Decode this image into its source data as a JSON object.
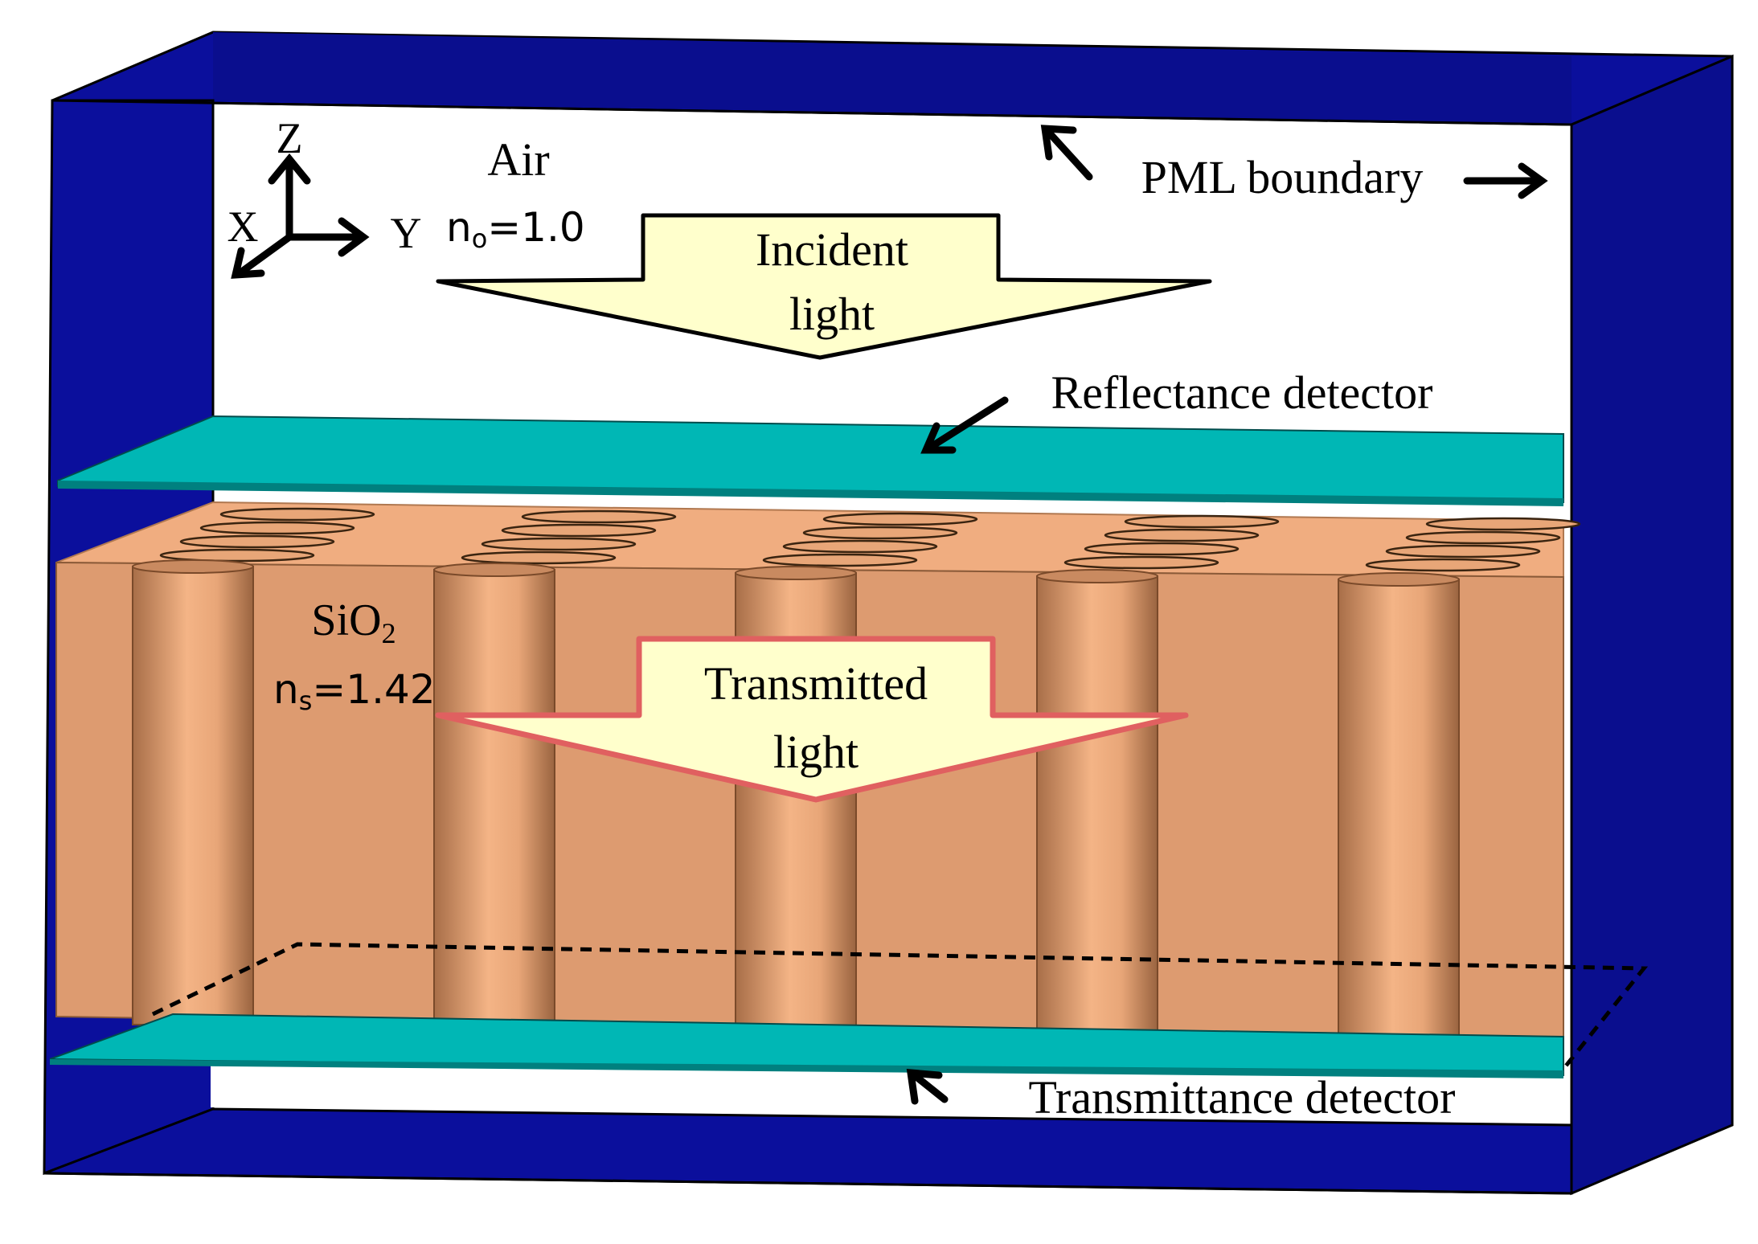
{
  "axes": {
    "z": "Z",
    "x": "X",
    "y": "Y"
  },
  "air": {
    "name": "Air",
    "index_symbol": "n",
    "index_sub": "o",
    "index_value": "=1.0"
  },
  "pml": {
    "label": "PML boundary"
  },
  "incident": {
    "line1": "Incident",
    "line2": "light"
  },
  "reflectance": {
    "label": "Reflectance detector"
  },
  "substrate": {
    "name_main": "SiO",
    "name_sub": "2",
    "index_symbol": "n",
    "index_sub": "s",
    "index_value": "=1.42"
  },
  "transmitted": {
    "line1": "Transmitted",
    "line2": "light"
  },
  "transmittance": {
    "label": "Transmittance detector"
  },
  "colors": {
    "pml": "#0b0f9c",
    "pml_dark": "#070a72",
    "detector": "#00b7b5",
    "substrate": "#dd9b70",
    "substrate_light": "#f0ad80",
    "arrow_fill": "#ffffcc",
    "transmitted_outline": "#e06060"
  }
}
